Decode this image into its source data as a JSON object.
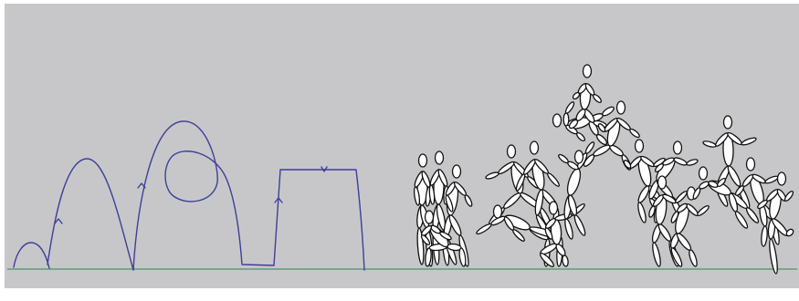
{
  "colors": {
    "background": "#ffffff",
    "panel": "#c7c7c9",
    "trajectory": "#3e3e9a",
    "ground_line": "#4f8f6a",
    "figure_fill": "#ffffff",
    "figure_stroke": "#111111"
  },
  "elements": {
    "trajectory_sketch": "motion-path-curves",
    "direction_markers": "arrow-marker",
    "figure_sequence": "stick-figure-keyframes"
  }
}
